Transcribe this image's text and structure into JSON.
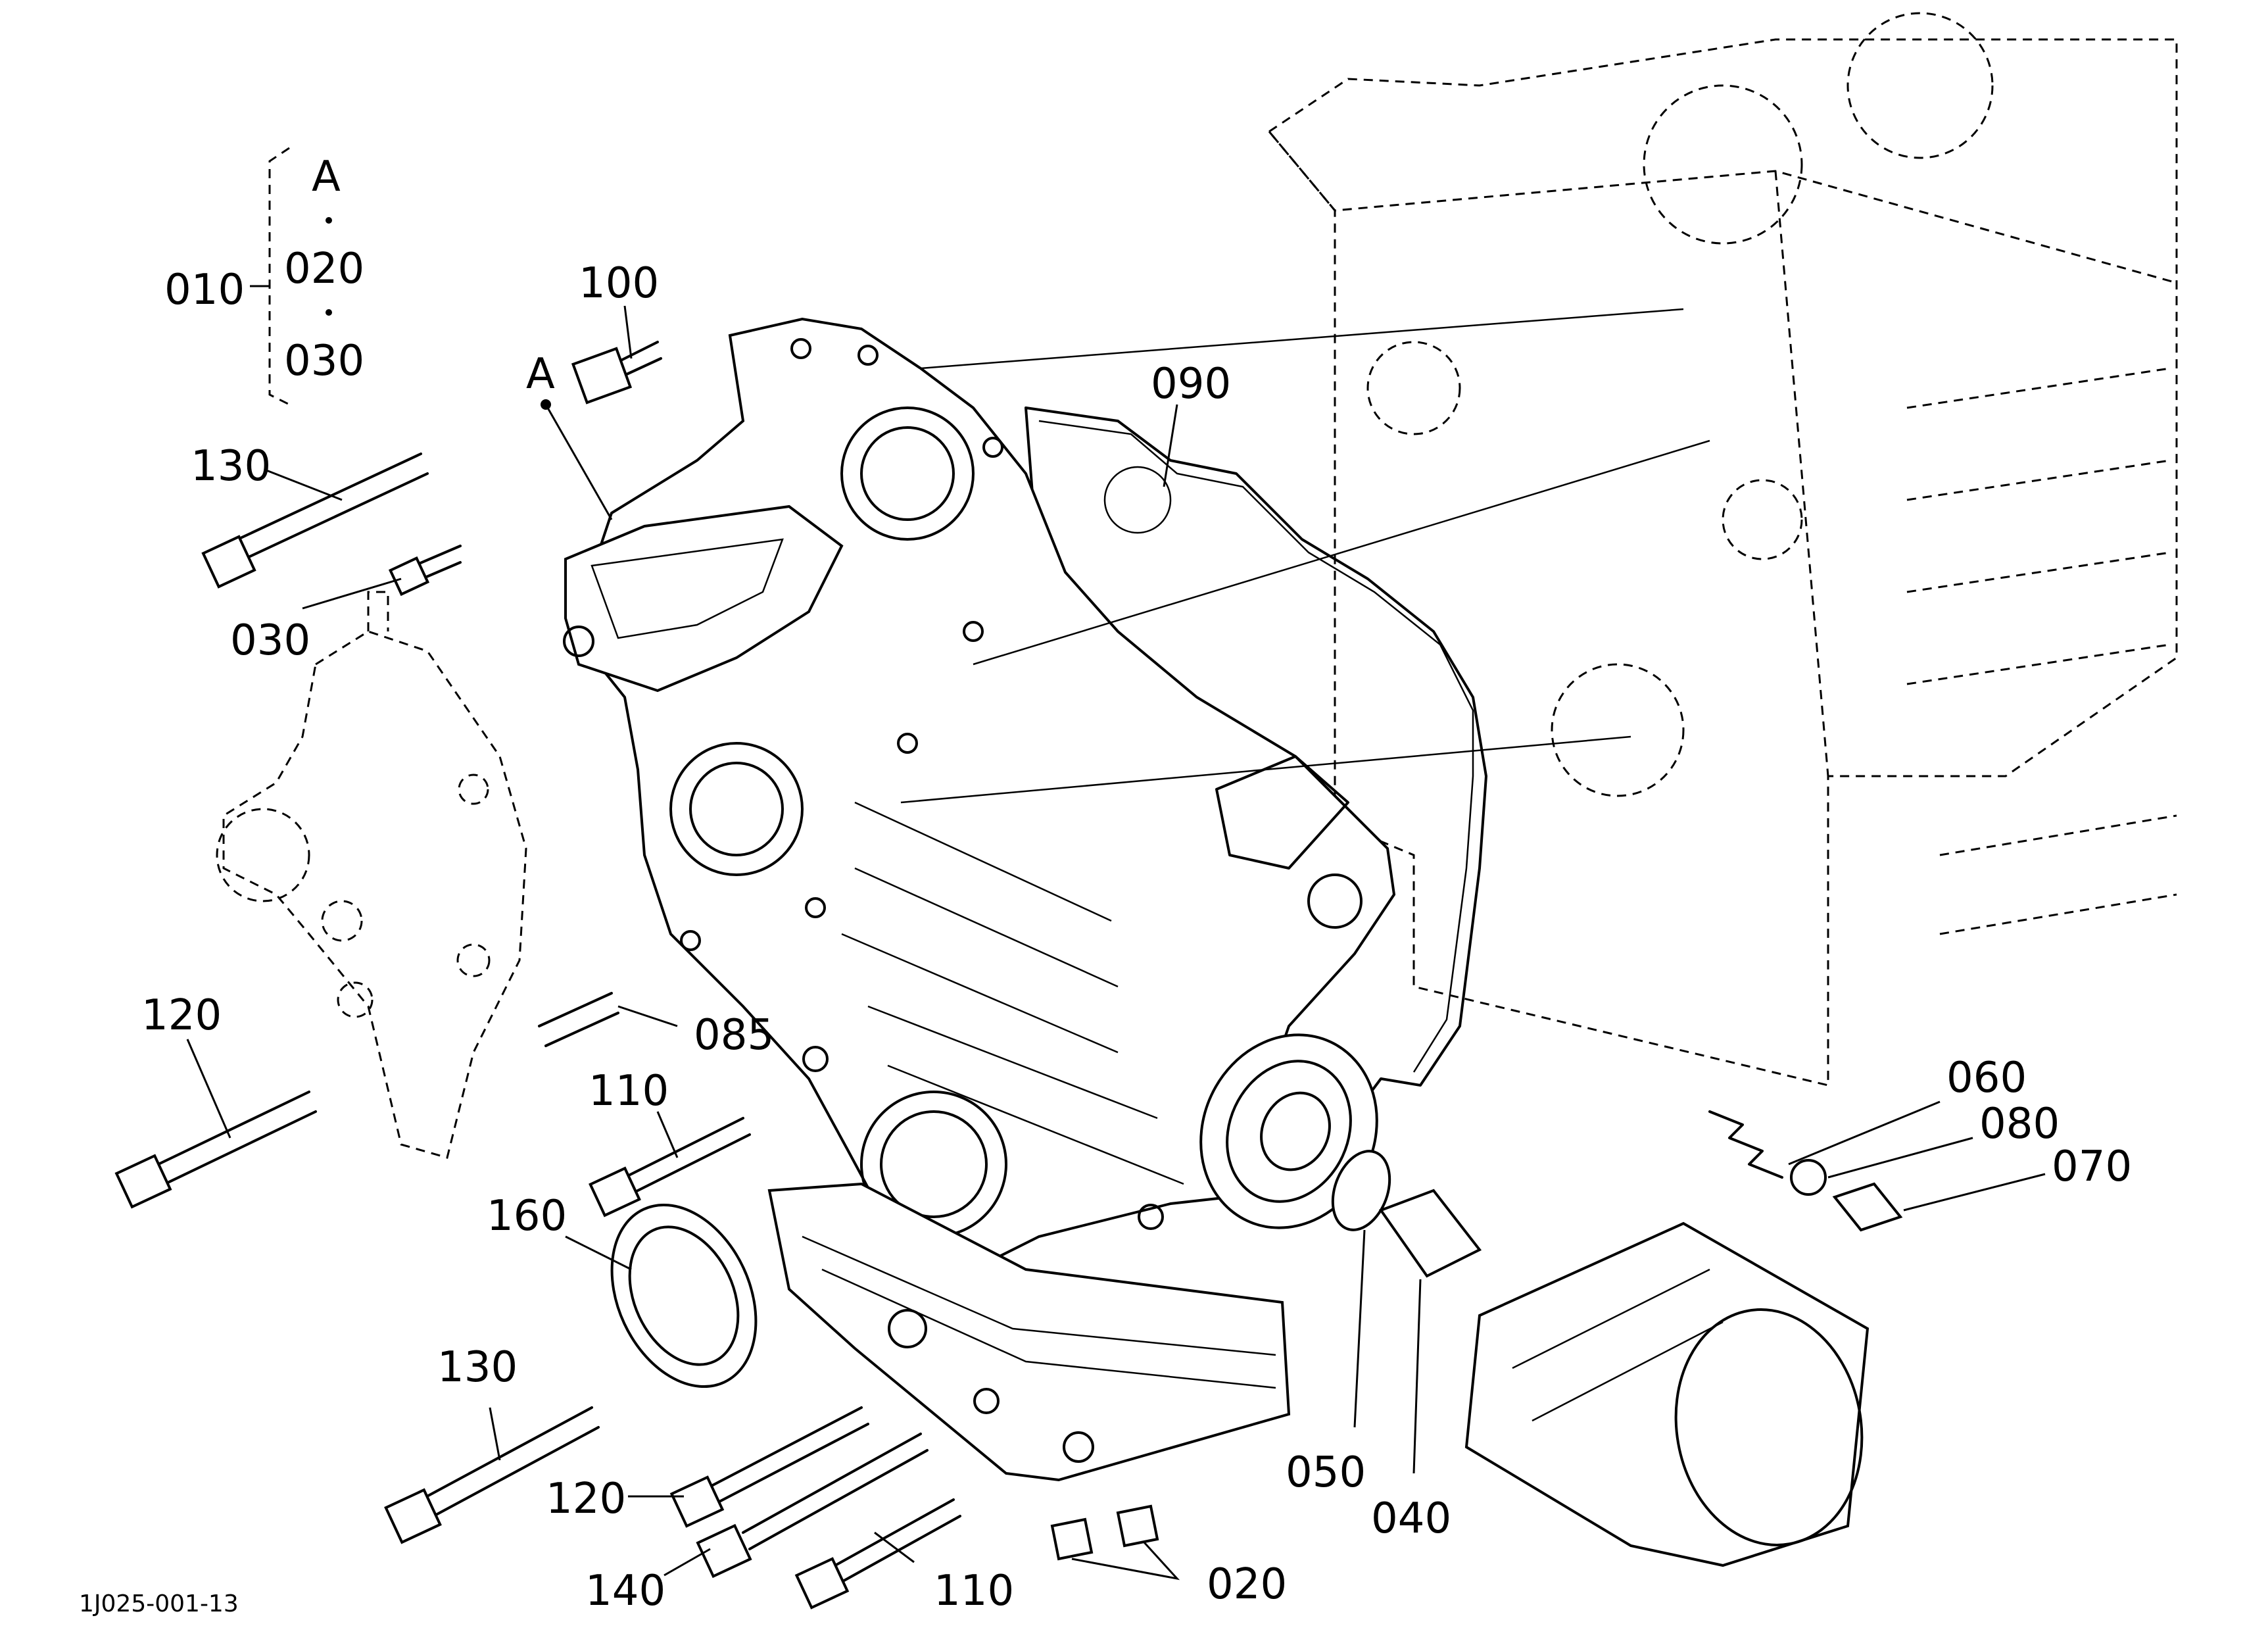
{
  "callouts": {
    "c010": "010",
    "bracket_a": "A",
    "c020_top": "020",
    "c030_top": "030",
    "c100": "100",
    "ref_a": "A",
    "c090": "090",
    "c130_top": "130",
    "c030": "030",
    "c120_left": "120",
    "c085": "085",
    "c110_mid": "110",
    "c160": "160",
    "c130_bottom": "130",
    "c120_bottom": "120",
    "c140": "140",
    "c110_bottom": "110",
    "c020_bottom": "020",
    "c050": "050",
    "c040": "040",
    "c060": "060",
    "c080": "080",
    "c070": "070"
  },
  "figure_id": "1J025-001-13"
}
